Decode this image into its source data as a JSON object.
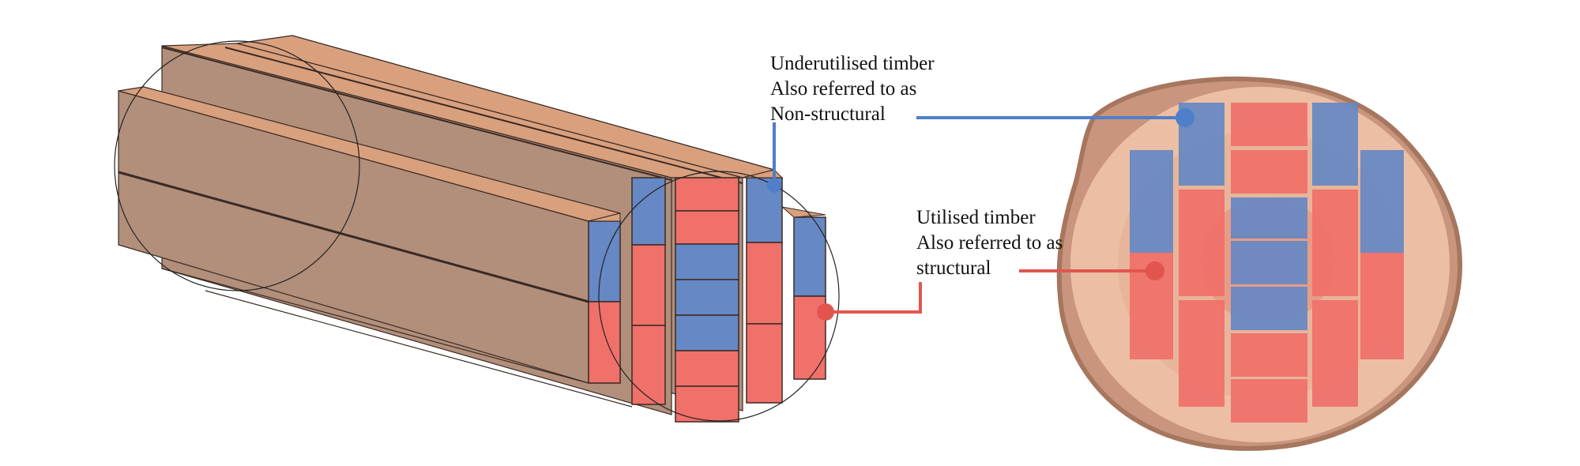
{
  "colors": {
    "utilised": "#f0706a",
    "underutilised": "#6688c4",
    "wood": "#b28f7b",
    "wood_top": "#d9a07e",
    "outline": "#3a2a24",
    "leader_blue": "#4f7fc8",
    "leader_red": "#e2554f"
  },
  "legend": {
    "underutilised": {
      "lines": [
        "Underutilised timber",
        "Also referred to as",
        "Non-structural"
      ]
    },
    "utilised": {
      "lines": [
        "Utilised timber",
        "Also referred to as",
        "structural"
      ]
    }
  }
}
